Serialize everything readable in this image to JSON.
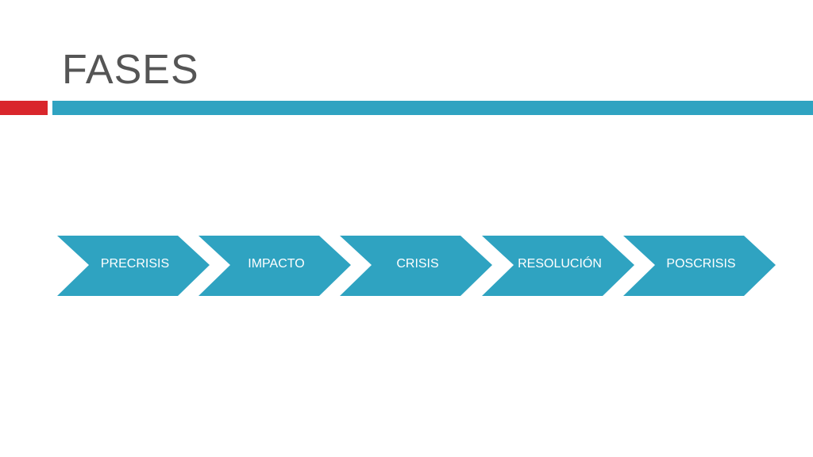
{
  "slide": {
    "title": "FASES",
    "accent_red": "#d9262c",
    "accent_blue": "#2fa3c1"
  },
  "process": {
    "fill": "#2fa3c1",
    "steps": [
      {
        "label": "PRECRISIS"
      },
      {
        "label": "IMPACTO"
      },
      {
        "label": "CRISIS"
      },
      {
        "label": "RESOLUCIÓN"
      },
      {
        "label": "POSCRISIS"
      }
    ]
  }
}
